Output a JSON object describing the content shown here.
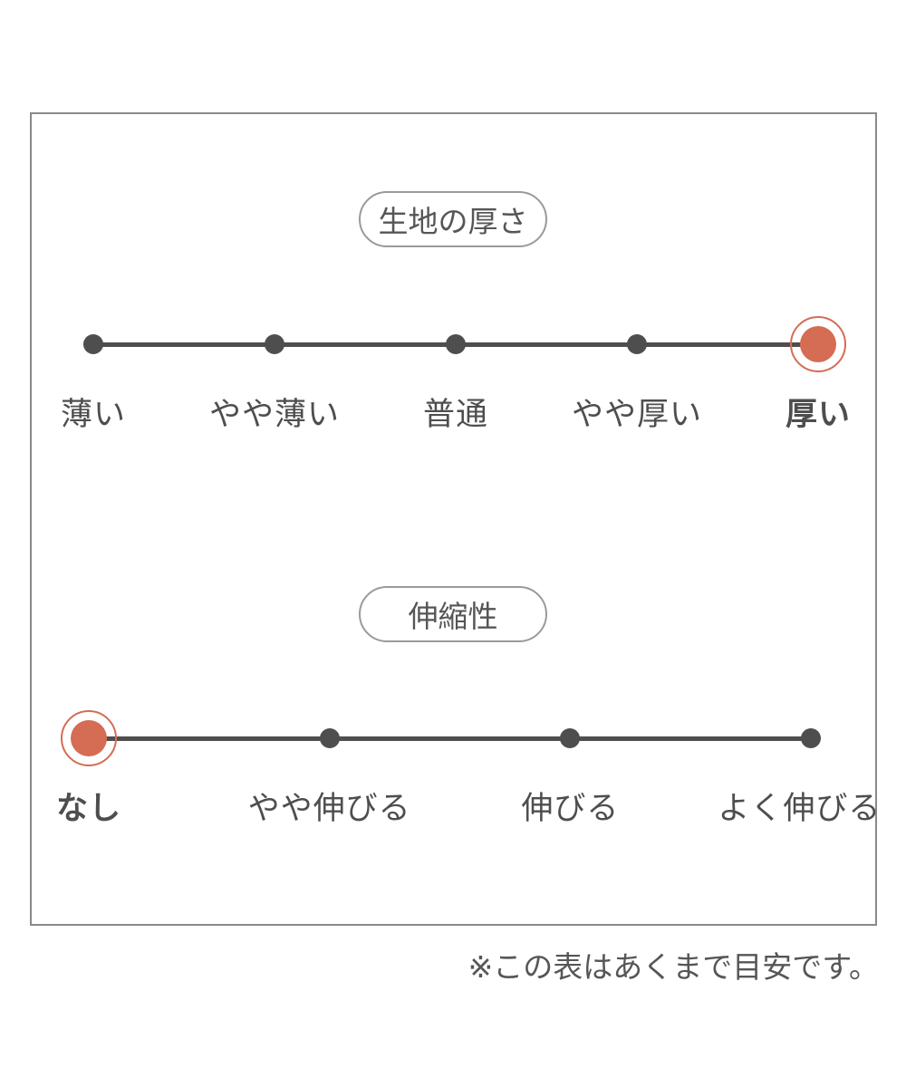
{
  "colors": {
    "accent": "#d56c54",
    "ink": "#4e4e4e",
    "text_gray": "#565656",
    "frame_border": "#8a8a8a",
    "pill_border": "#9a9a9a"
  },
  "footnote": "※この表はあくまで目安です。",
  "chart_data": [
    {
      "type": "scale",
      "title": "生地の厚さ",
      "categories": [
        "薄い",
        "やや薄い",
        "普通",
        "やや厚い",
        "厚い"
      ],
      "selected_index": 4,
      "selected_value": "厚い"
    },
    {
      "type": "scale",
      "title": "伸縮性",
      "categories": [
        "なし",
        "やや伸びる",
        "伸びる",
        "よく伸びる"
      ],
      "selected_index": 0,
      "selected_value": "なし"
    }
  ]
}
